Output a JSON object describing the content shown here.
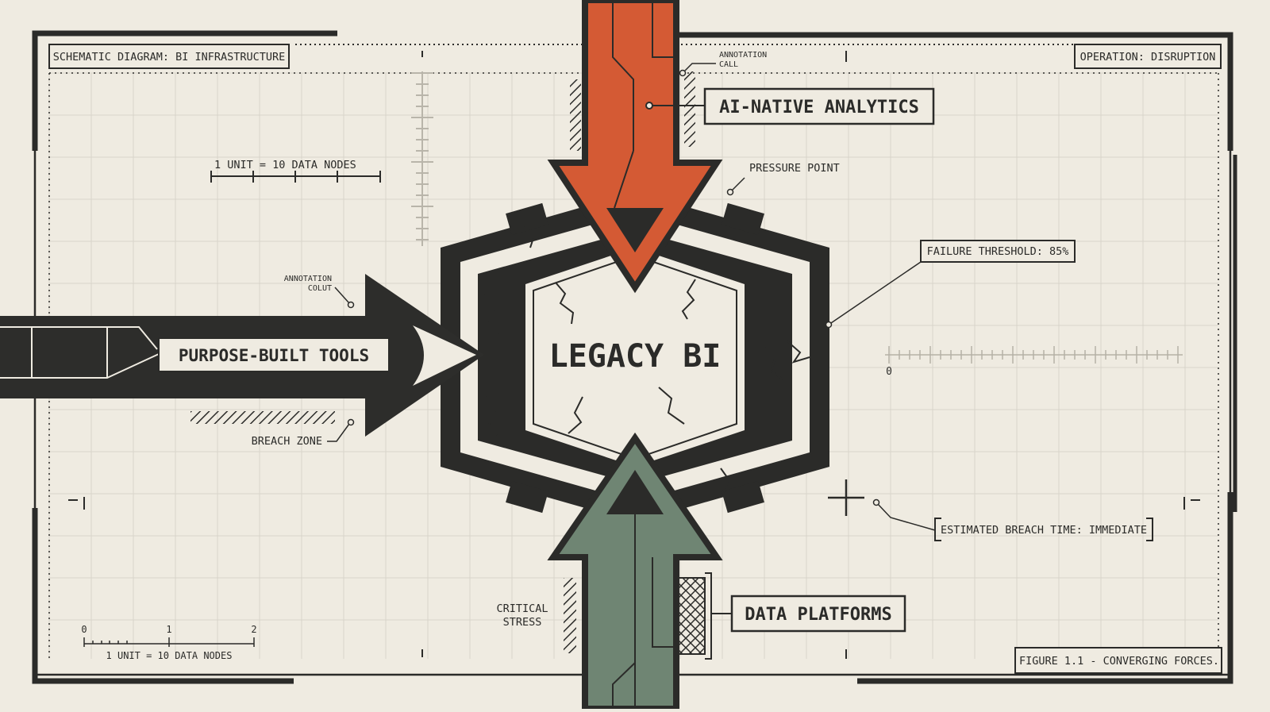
{
  "header": {
    "title_box": "SCHEMATIC DIAGRAM: BI INFRASTRUCTURE",
    "operation_box": "OPERATION: DISRUPTION"
  },
  "footer": {
    "figure_caption": "FIGURE 1.1 - CONVERGING FORCES."
  },
  "center": {
    "label": "LEGACY BI"
  },
  "forces": {
    "top": {
      "label": "AI-NATIVE ANALYTICS",
      "color": "#d45a34"
    },
    "left": {
      "label": "PURPOSE-BUILT TOOLS",
      "color": "#2d2d2b"
    },
    "bottom": {
      "label": "DATA PLATFORMS",
      "color": "#6f8573"
    }
  },
  "annotations": {
    "annotation_call_line1": "ANNOTATION",
    "annotation_call_line2": "CALL",
    "pressure_point": "PRESSURE POINT",
    "failure_threshold": "FAILURE THRESHOLD: 85%",
    "annotation_colut_line1": "ANNOTATION",
    "annotation_colut_line2": "COLUT",
    "breach_zone": "BREACH ZONE",
    "estimated_breach": "ESTIMATED BREACH TIME: IMMEDIATE",
    "critical_stress_line1": "CRITICAL",
    "critical_stress_line2": "STRESS",
    "zero_mark": "0"
  },
  "scales": {
    "top_scale_label": "1 UNIT = 10 DATA NODES",
    "bottom_scale_label": "1 UNIT = 10 DATA NODES",
    "bottom_ticks": [
      "0",
      "1",
      "2"
    ]
  },
  "colors": {
    "background": "#efebe1",
    "ink": "#2b2b29",
    "grid": "#d9d5ca"
  }
}
